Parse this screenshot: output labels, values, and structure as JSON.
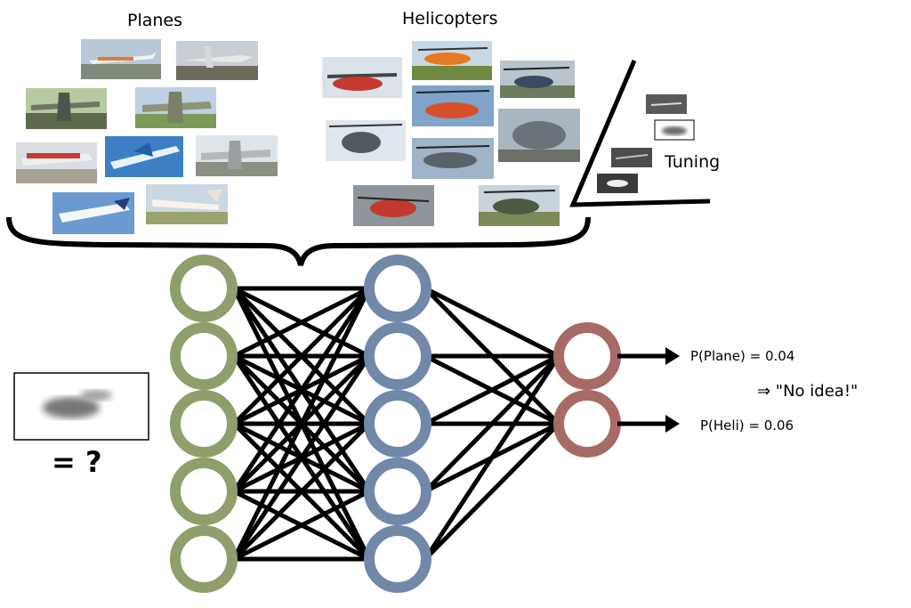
{
  "diagram": {
    "planes_title": "Planes",
    "helicopters_title": "Helicopters",
    "tuning_label": "Tuning",
    "output_plane": "P(Plane) = 0.04",
    "output_heli": "P(Heli) = 0.06",
    "verdict": "⇒ \"No idea!\"",
    "question": "= ?"
  },
  "colors": {
    "input_layer": "#8f9f6b",
    "hidden_layer": "#7188a8",
    "output_layer": "#a86a66",
    "edges": "#000000"
  },
  "network": {
    "input_nodes": 5,
    "hidden_nodes": 5,
    "output_nodes": 2
  },
  "icons": [
    "airplane-photo",
    "helicopter-photo",
    "blurry-image",
    "arrow-right-icon",
    "curly-brace"
  ]
}
